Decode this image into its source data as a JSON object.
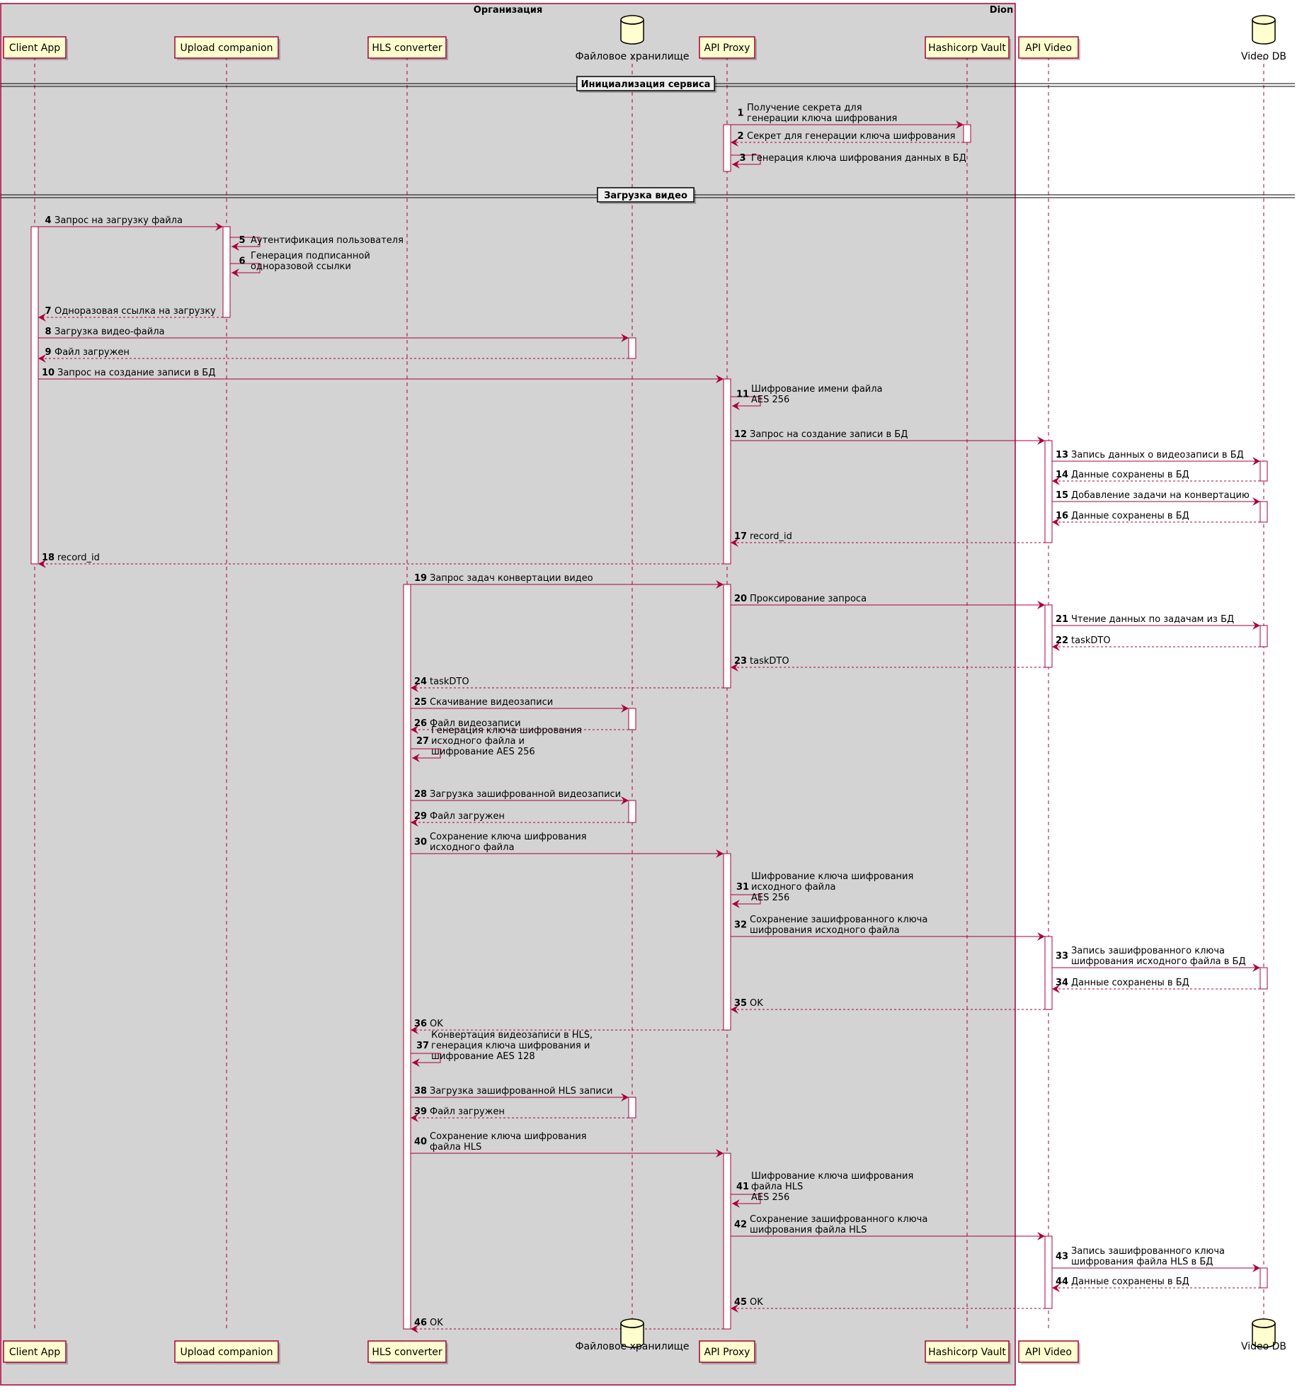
{
  "boxes": [
    {
      "id": "org",
      "title": "Организация",
      "color": "#d3d3d3"
    },
    {
      "id": "dion",
      "title": "Dion",
      "color": "#add8e6"
    }
  ],
  "participants": [
    {
      "id": "client",
      "label": "Client App",
      "kind": "participant"
    },
    {
      "id": "upload",
      "label": "Upload companion",
      "kind": "participant"
    },
    {
      "id": "hls",
      "label": "HLS converter",
      "kind": "participant"
    },
    {
      "id": "fs",
      "label": "Файловое хранилище",
      "kind": "database"
    },
    {
      "id": "proxy",
      "label": "API Proxy",
      "kind": "participant"
    },
    {
      "id": "vault",
      "label": "Hashicorp Vault",
      "kind": "participant"
    },
    {
      "id": "apivideo",
      "label": "API Video",
      "kind": "participant"
    },
    {
      "id": "videodb",
      "label": "Video DB",
      "kind": "database"
    }
  ],
  "dividers": [
    {
      "label": "Инициализация сервиса"
    },
    {
      "label": "Загрузка видео"
    }
  ],
  "messages": [
    {
      "n": "1",
      "from": "proxy",
      "to": "vault",
      "lines": [
        "Получение секрета для",
        "генерации ключа шифрования"
      ],
      "style": "solid"
    },
    {
      "n": "2",
      "from": "vault",
      "to": "proxy",
      "lines": [
        "Секрет для генерации ключа шифрования"
      ],
      "style": "dashed"
    },
    {
      "n": "3",
      "from": "proxy",
      "to": "proxy",
      "lines": [
        "Генерация ключа шифрования данных в БД"
      ],
      "style": "solid"
    },
    {
      "n": "4",
      "from": "client",
      "to": "upload",
      "lines": [
        "Запрос на загрузку файла"
      ],
      "style": "solid"
    },
    {
      "n": "5",
      "from": "upload",
      "to": "upload",
      "lines": [
        "Аутентификация пользователя"
      ],
      "style": "solid"
    },
    {
      "n": "6",
      "from": "upload",
      "to": "upload",
      "lines": [
        "Генерация подписанной",
        "одноразовой ссылки"
      ],
      "style": "solid"
    },
    {
      "n": "7",
      "from": "upload",
      "to": "client",
      "lines": [
        "Одноразовая ссылка на загрузку"
      ],
      "style": "dashed"
    },
    {
      "n": "8",
      "from": "client",
      "to": "fs",
      "lines": [
        "Загрузка видео-файла"
      ],
      "style": "solid"
    },
    {
      "n": "9",
      "from": "fs",
      "to": "client",
      "lines": [
        "Файл загружен"
      ],
      "style": "dashed"
    },
    {
      "n": "10",
      "from": "client",
      "to": "proxy",
      "lines": [
        "Запрос на создание записи в БД"
      ],
      "style": "solid"
    },
    {
      "n": "11",
      "from": "proxy",
      "to": "proxy",
      "lines": [
        "Шифрование имени файла",
        "AES 256"
      ],
      "style": "solid"
    },
    {
      "n": "12",
      "from": "proxy",
      "to": "apivideo",
      "lines": [
        "Запрос на создание записи в БД"
      ],
      "style": "solid"
    },
    {
      "n": "13",
      "from": "apivideo",
      "to": "videodb",
      "lines": [
        "Запись данных о видеозаписи в БД"
      ],
      "style": "solid"
    },
    {
      "n": "14",
      "from": "videodb",
      "to": "apivideo",
      "lines": [
        "Данные сохранены в БД"
      ],
      "style": "dashed"
    },
    {
      "n": "15",
      "from": "apivideo",
      "to": "videodb",
      "lines": [
        "Добавление задачи на конвертацию"
      ],
      "style": "solid"
    },
    {
      "n": "16",
      "from": "videodb",
      "to": "apivideo",
      "lines": [
        "Данные сохранены в БД"
      ],
      "style": "dashed"
    },
    {
      "n": "17",
      "from": "apivideo",
      "to": "proxy",
      "lines": [
        "record_id"
      ],
      "style": "dashed"
    },
    {
      "n": "18",
      "from": "proxy",
      "to": "client",
      "lines": [
        "record_id"
      ],
      "style": "dashed"
    },
    {
      "n": "19",
      "from": "hls",
      "to": "proxy",
      "lines": [
        "Запрос задач конвертации видео"
      ],
      "style": "solid"
    },
    {
      "n": "20",
      "from": "proxy",
      "to": "apivideo",
      "lines": [
        "Проксирование запроса"
      ],
      "style": "solid"
    },
    {
      "n": "21",
      "from": "apivideo",
      "to": "videodb",
      "lines": [
        "Чтение данных по задачам из БД"
      ],
      "style": "solid"
    },
    {
      "n": "22",
      "from": "videodb",
      "to": "apivideo",
      "lines": [
        "taskDTO"
      ],
      "style": "dashed"
    },
    {
      "n": "23",
      "from": "apivideo",
      "to": "proxy",
      "lines": [
        "taskDTO"
      ],
      "style": "dashed"
    },
    {
      "n": "24",
      "from": "proxy",
      "to": "hls",
      "lines": [
        "taskDTO"
      ],
      "style": "dashed"
    },
    {
      "n": "25",
      "from": "hls",
      "to": "fs",
      "lines": [
        "Скачивание видеозаписи"
      ],
      "style": "solid"
    },
    {
      "n": "26",
      "from": "fs",
      "to": "hls",
      "lines": [
        "Файл видеозаписи"
      ],
      "style": "dashed"
    },
    {
      "n": "27",
      "from": "hls",
      "to": "hls",
      "lines": [
        "Генерация ключа шифрования",
        "исходного файла и",
        "шифрование AES 256"
      ],
      "style": "solid"
    },
    {
      "n": "28",
      "from": "hls",
      "to": "fs",
      "lines": [
        "Загрузка зашифрованной видеозаписи"
      ],
      "style": "solid"
    },
    {
      "n": "29",
      "from": "fs",
      "to": "hls",
      "lines": [
        "Файл загружен"
      ],
      "style": "dashed"
    },
    {
      "n": "30",
      "from": "hls",
      "to": "proxy",
      "lines": [
        "Сохранение ключа шифрования",
        "исходного файла"
      ],
      "style": "solid"
    },
    {
      "n": "31",
      "from": "proxy",
      "to": "proxy",
      "lines": [
        "Шифрование ключа шифрования",
        "исходного файла",
        "AES 256"
      ],
      "style": "solid"
    },
    {
      "n": "32",
      "from": "proxy",
      "to": "apivideo",
      "lines": [
        "Сохранение зашифрованного ключа",
        "шифрования исходного файла"
      ],
      "style": "solid"
    },
    {
      "n": "33",
      "from": "apivideo",
      "to": "videodb",
      "lines": [
        "Запись зашифрованного ключа",
        "шифрования исходного файла в БД"
      ],
      "style": "solid"
    },
    {
      "n": "34",
      "from": "videodb",
      "to": "apivideo",
      "lines": [
        "Данные сохранены в БД"
      ],
      "style": "dashed"
    },
    {
      "n": "35",
      "from": "apivideo",
      "to": "proxy",
      "lines": [
        "OK"
      ],
      "style": "dashed"
    },
    {
      "n": "36",
      "from": "proxy",
      "to": "hls",
      "lines": [
        "OK"
      ],
      "style": "dashed"
    },
    {
      "n": "37",
      "from": "hls",
      "to": "hls",
      "lines": [
        "Конвертация видеозаписи в HLS,",
        "генерация ключа шифрования и",
        "шифрование AES 128"
      ],
      "style": "solid"
    },
    {
      "n": "38",
      "from": "hls",
      "to": "fs",
      "lines": [
        "Загрузка зашифрованной HLS записи"
      ],
      "style": "solid"
    },
    {
      "n": "39",
      "from": "fs",
      "to": "hls",
      "lines": [
        "Файл загружен"
      ],
      "style": "dashed"
    },
    {
      "n": "40",
      "from": "hls",
      "to": "proxy",
      "lines": [
        "Сохранение ключа шифрования",
        "файла HLS"
      ],
      "style": "solid"
    },
    {
      "n": "41",
      "from": "proxy",
      "to": "proxy",
      "lines": [
        "Шифрование ключа шифрования",
        "файла HLS",
        "AES 256"
      ],
      "style": "solid"
    },
    {
      "n": "42",
      "from": "proxy",
      "to": "apivideo",
      "lines": [
        "Сохранение зашифрованного ключа",
        "шифрования файла HLS"
      ],
      "style": "solid"
    },
    {
      "n": "43",
      "from": "apivideo",
      "to": "videodb",
      "lines": [
        "Запись зашифрованного ключа",
        "шифрования файла HLS в БД"
      ],
      "style": "solid"
    },
    {
      "n": "44",
      "from": "videodb",
      "to": "apivideo",
      "lines": [
        "Данные сохранены в БД"
      ],
      "style": "dashed"
    },
    {
      "n": "45",
      "from": "apivideo",
      "to": "proxy",
      "lines": [
        "OK"
      ],
      "style": "dashed"
    },
    {
      "n": "46",
      "from": "proxy",
      "to": "hls",
      "lines": [
        "OK"
      ],
      "style": "dashed"
    }
  ],
  "colors": {
    "arrow": "#a80036",
    "participant_fill": "#fefece",
    "lifeline": "#a80036",
    "activation_fill": "#ffffff",
    "text": "#000000"
  }
}
